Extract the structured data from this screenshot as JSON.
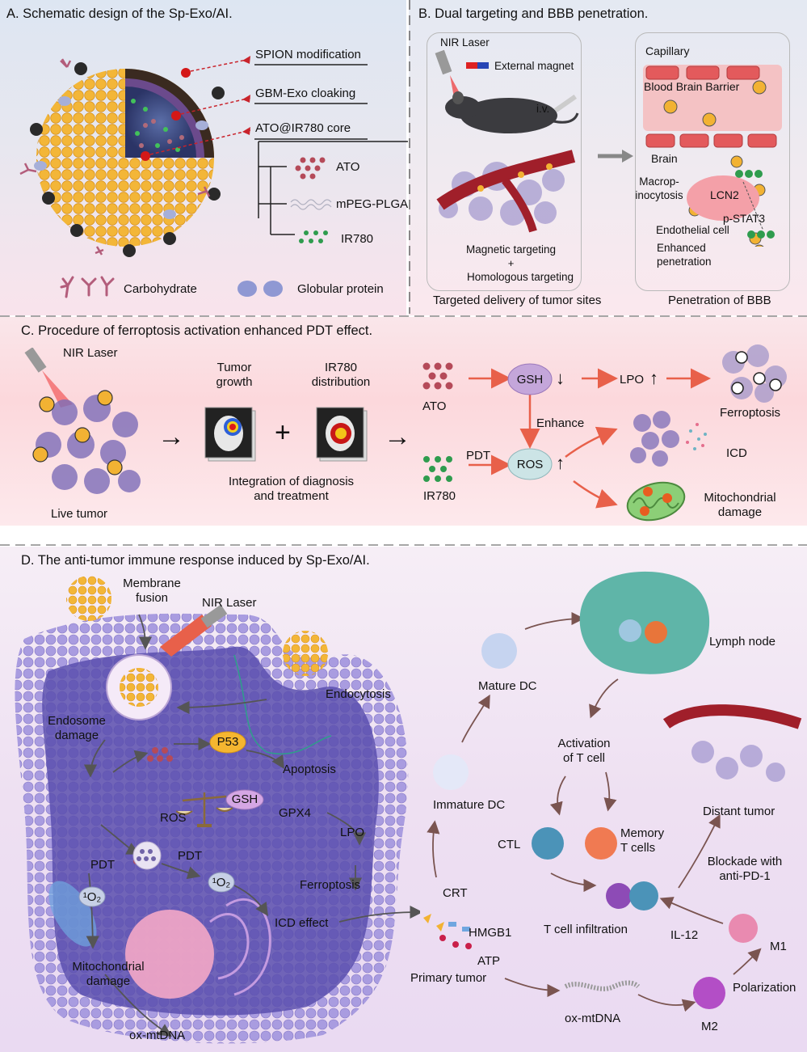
{
  "panelA": {
    "title": "A. Schematic design of the Sp-Exo/AI.",
    "labels": {
      "spion": "SPION modification",
      "gbm": "GBM-Exo cloaking",
      "core": "ATO@IR780 core",
      "ato": "ATO",
      "mpeg": "mPEG-PLGA",
      "ir780": "IR780",
      "carb": "Carbohydrate",
      "globular": "Globular protein"
    }
  },
  "panelB": {
    "title": "B. Dual targeting and BBB penetration.",
    "labels": {
      "nir": "NIR Laser",
      "magnet": "External magnet",
      "iv": "i.v.",
      "mag_target": "Magnetic targeting",
      "plus": "+",
      "homo_target": "Homologous targeting",
      "delivery": "Targeted delivery of tumor sites",
      "capillary": "Capillary",
      "bbb": "Blood Brain Barrier",
      "brain": "Brain",
      "macro": "Macrop-\ninocytosis",
      "lcn2": "LCN2",
      "pstat3": "p-STAT3",
      "endo": "Endothelial cell",
      "enhanced": "Enhanced\npenetration",
      "penetration": "Penetration of BBB"
    }
  },
  "panelC": {
    "title": "C. Procedure of ferroptosis activation enhanced PDT effect.",
    "labels": {
      "nir": "NIR Laser",
      "live": "Live tumor",
      "tumor_growth": "Tumor\ngrowth",
      "ir780_dist": "IR780\ndistribution",
      "plus": "+",
      "integration": "Integration of diagnosis\nand treatment",
      "ato": "ATO",
      "ir780": "IR780",
      "gsh": "GSH",
      "ros": "ROS",
      "lpo": "LPO",
      "enhance": "Enhance",
      "pdt": "PDT",
      "ferroptosis": "Ferroptosis",
      "icd": "ICD",
      "mito": "Mitochondrial\ndamage",
      "down_arrow": "↓",
      "up_arrow": "↑",
      "right_arrow": "→"
    }
  },
  "panelD": {
    "title": "D. The anti-tumor immune response induced by Sp-Exo/AI.",
    "labels": {
      "membrane": "Membrane\nfusion",
      "nir": "NIR Laser",
      "endocytosis": "Endocytosis",
      "endosome": "Endosome\ndamage",
      "p53": "P53",
      "apoptosis": "Apoptosis",
      "gsh": "GSH",
      "ros": "ROS",
      "gpx4": "GPX4",
      "lpo": "LPO",
      "pdt1": "PDT",
      "pdt2": "PDT",
      "o2a": "¹O₂",
      "o2b": "¹O₂",
      "ferroptosis": "Ferroptosis",
      "icd": "ICD effect",
      "mito": "Mitochondrial\ndamage",
      "oxmt1": "ox-mtDNA",
      "crt": "CRT",
      "hmgb1": "HMGB1",
      "atp": "ATP",
      "primary": "Primary tumor",
      "oxmt2": "ox-mtDNA",
      "immature": "Immature DC",
      "mature": "Mature DC",
      "lymph": "Lymph node",
      "activation": "Activation\nof T cell",
      "ctl": "CTL",
      "memory": "Memory\nT cells",
      "distant": "Distant tumor",
      "blockade": "Blockade with\nanti-PD-1",
      "infiltration": "T cell infiltration",
      "il12": "IL-12",
      "m1": "M1",
      "m2": "M2",
      "polarization": "Polarization"
    }
  },
  "colors": {
    "panelA_top": "#dfe6f1",
    "panelA_bottom": "#f8e2ec",
    "panelC_bg": "#fde3e6",
    "panelD_bg": "#eadcf2",
    "arrow_red": "#e8604a",
    "nanoparticle": "#f2b233",
    "tumor_cell": "#7d6db8",
    "vessel": "#a01f2a"
  }
}
